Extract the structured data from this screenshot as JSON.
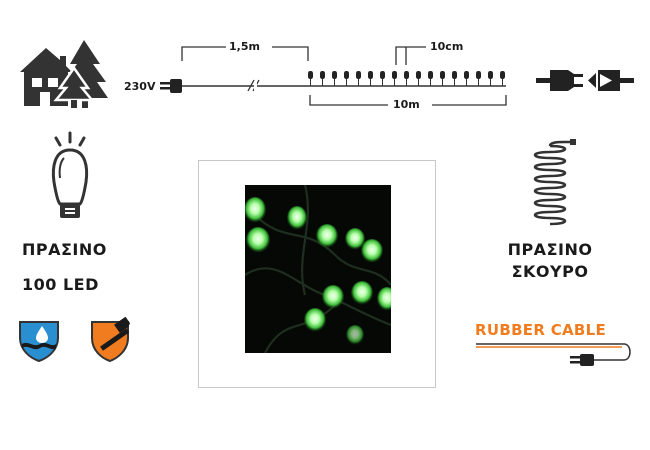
{
  "diagram": {
    "voltage": "230V",
    "lead_length": "1,5m",
    "bulb_spacing": "10cm",
    "lit_length": "10m"
  },
  "product": {
    "color_label": "ΠΡΑΣΙΝΟ",
    "led_count": "100 LED",
    "cable_color": "ΠΡΑΣΙΝΟ\nΣΚΟΥΡΟ",
    "cable_color_line1": "ΠΡΑΣΙΝΟ",
    "cable_color_line2": "ΣΚΟΥΡΟ",
    "cable_type": "RUBBER CABLE"
  },
  "icons": {
    "indoor_outdoor": "house-tree-icon",
    "connector": "connectable-plug-icon",
    "bulb": "led-bulb-icon",
    "coil": "coiled-cable-icon",
    "waterproof": "waterproof-shield-icon",
    "durability": "hammer-shield-icon",
    "plug": "plug-icon"
  },
  "colors": {
    "accent_orange": "#f07c1f",
    "led_green": "#9cff8a",
    "shield_blue": "#2a8fd0",
    "shield_orange": "#f07c1f",
    "icon_dark": "#333333"
  }
}
